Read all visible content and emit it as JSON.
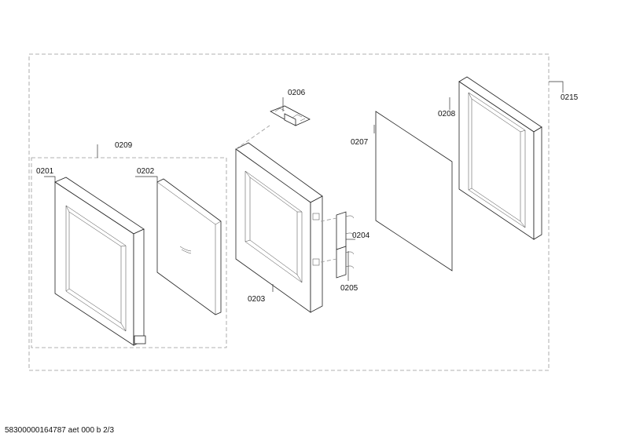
{
  "labels": {
    "p0201": "0201",
    "p0202": "0202",
    "p0203": "0203",
    "p0204": "0204",
    "p0205": "0205",
    "p0206": "0206",
    "p0207": "0207",
    "p0208": "0208",
    "p0209": "0209",
    "p0215": "0215"
  },
  "footer": "58300000164787 aet 000 b 2/3"
}
